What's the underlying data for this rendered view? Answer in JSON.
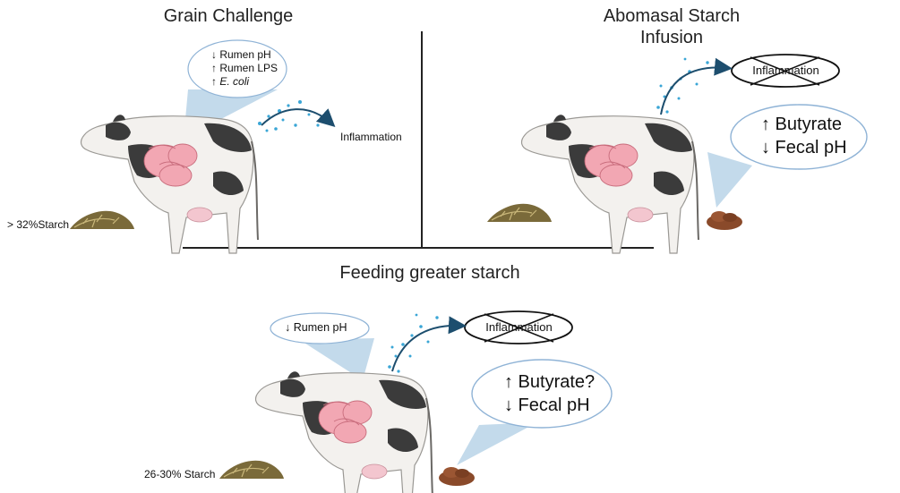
{
  "panels": {
    "grain": {
      "title": "Grain Challenge",
      "bubble": [
        "↓ Rumen pH",
        "↑ Rumen LPS",
        "↑"
      ],
      "bubble_italic": "E. coli",
      "effect": "Inflammation",
      "feed_label": "> 32%Starch"
    },
    "abomasal": {
      "title_line1": "Abomasal Starch",
      "title_line2": "Infusion",
      "crossed": "Inflammation",
      "bubble": [
        "↑ Butyrate",
        "↓ Fecal pH"
      ]
    },
    "feeding": {
      "title": "Feeding greater starch",
      "bubble": "↓ Rumen pH",
      "crossed": "Inflammation",
      "fecal_bubble": [
        "↑ Butyrate?",
        "↓ Fecal pH"
      ],
      "feed_label": "26-30% Starch"
    }
  },
  "colors": {
    "beam": "#b9d3e8",
    "bubble_fill": "#ffffff",
    "bubble_stroke": "#8fb3d6",
    "arrow": "#1d4e6e",
    "dots": "#3aa6d6",
    "organ": "#f2a7b3",
    "manure": "#8a4a2a",
    "feed": "#7a6a3a"
  }
}
